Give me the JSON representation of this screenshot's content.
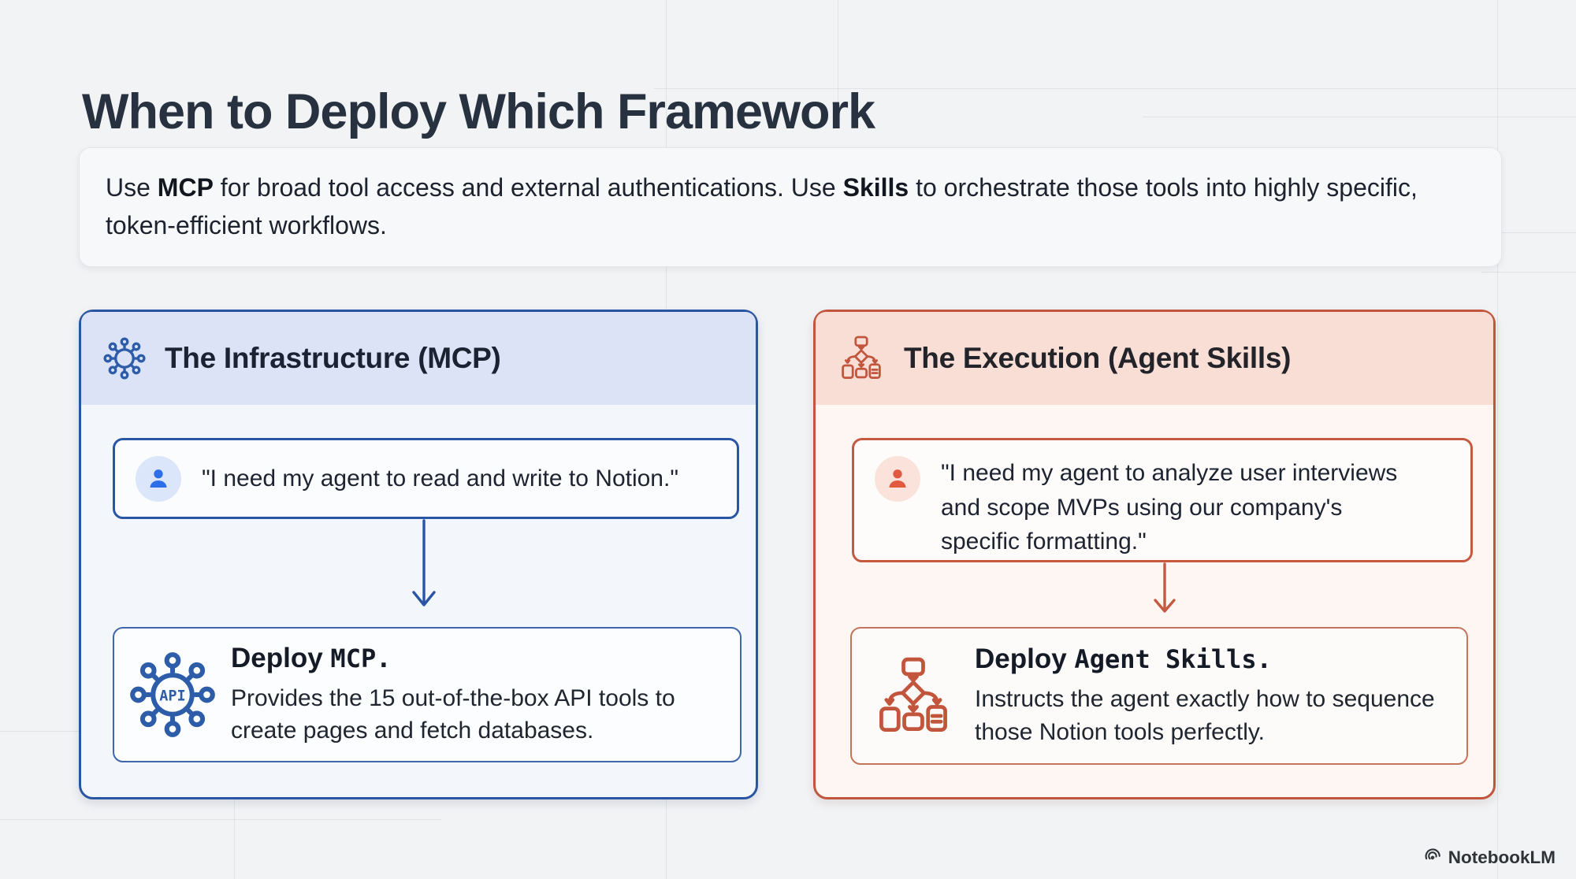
{
  "title": "When to Deploy Which Framework",
  "intro": {
    "part1": "Use ",
    "bold1": "MCP",
    "part2": " for broad tool access and external authentications. Use ",
    "bold2": "Skills",
    "part3": " to orchestrate those tools into highly specific, token-efficient workflows."
  },
  "mcp_panel": {
    "title": "The Infrastructure (MCP)",
    "header_icon": "network-hub-icon",
    "quote_icon": "user-icon",
    "quote": "\"I need my agent to read and write to Notion.\"",
    "arrow_icon": "arrow-down-icon",
    "deploy_icon": "api-hub-icon",
    "api_label": "API",
    "deploy_prefix": "Deploy ",
    "deploy_name": "MCP.",
    "deploy_description": "Provides the 15 out-of-the-box API tools to create pages and fetch databases.",
    "accent_color": "#2a55a5",
    "header_background": "#dce3f6",
    "avatar_color": "#2e6ee8"
  },
  "skills_panel": {
    "title": "The Execution (Agent Skills)",
    "header_icon": "flowchart-icon",
    "quote_icon": "user-icon",
    "quote": "\"I need my agent to analyze user interviews and scope MVPs using our company's specific formatting.\"",
    "arrow_icon": "arrow-down-icon",
    "deploy_icon": "flowchart-icon",
    "deploy_prefix": "Deploy ",
    "deploy_name": "Agent Skills.",
    "deploy_description": "Instructs the agent exactly how to sequence those Notion tools perfectly.",
    "accent_color": "#c2563d",
    "header_background": "#f9ded6",
    "avatar_color": "#e15a40"
  },
  "footer": {
    "brand": "NotebookLM",
    "brand_icon": "notebooklm-logo-icon"
  },
  "colors": {
    "page_background": "#f2f3f5",
    "title_text": "#27313f",
    "mcp_accent": "#2a55a5",
    "skills_accent": "#c2563d"
  }
}
